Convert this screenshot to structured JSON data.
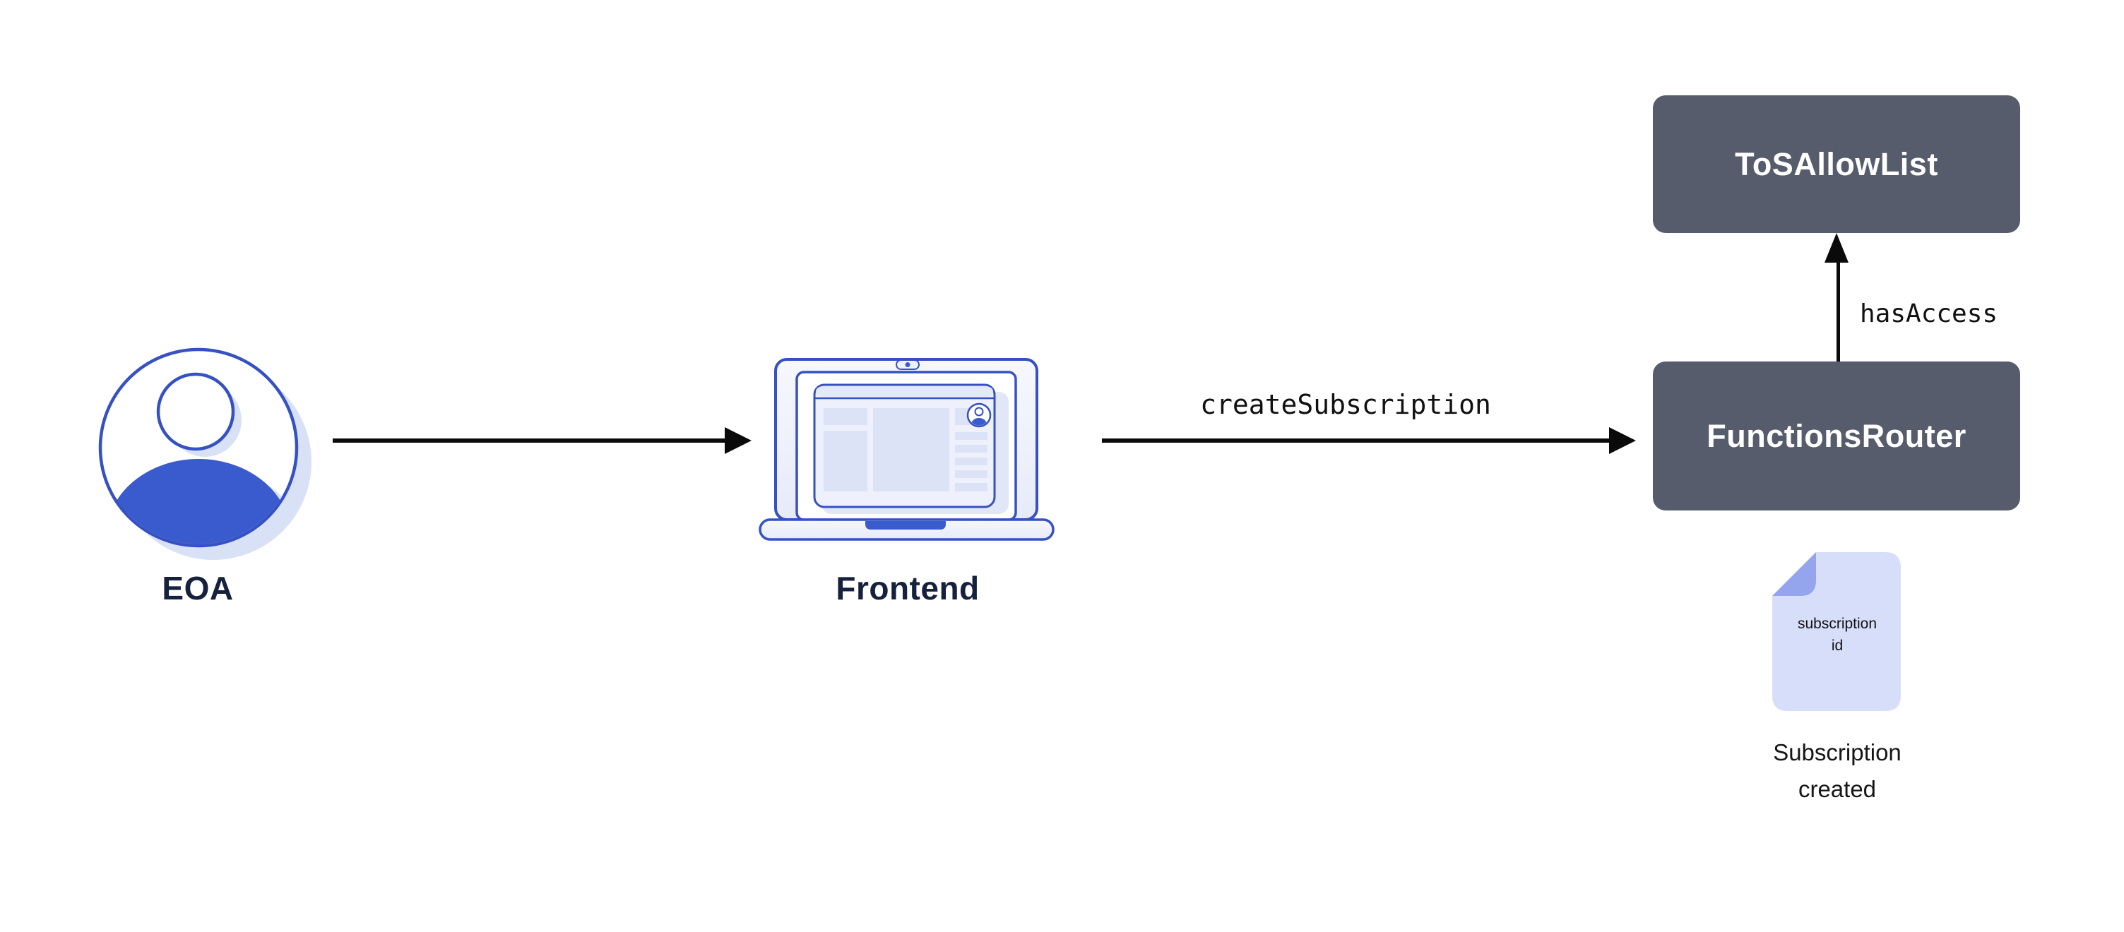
{
  "diagram": {
    "nodes": {
      "eoa": {
        "label": "EOA"
      },
      "frontend": {
        "label": "Frontend"
      },
      "tos_allow_list": {
        "label": "ToSAllowList"
      },
      "functions_router": {
        "label": "FunctionsRouter"
      },
      "subscription_document": {
        "doc_text": "subscription\nid",
        "caption": "Subscription\ncreated"
      }
    },
    "edges": {
      "frontend_to_functions_router": {
        "label": "createSubscription"
      },
      "functions_router_to_tos_allow_list": {
        "label": "hasAccess"
      }
    },
    "colors": {
      "contract_box": "#565c6c",
      "box_text": "#ffffff",
      "accent_blue": "#3a5bcd",
      "accent_blue_stroke": "#3551c2",
      "shadow_blue": "#d9e1f7",
      "pale_block": "#dce3f6",
      "browser_fill": "#eef1fb",
      "doc_fill": "#d7defa",
      "doc_fold": "#94a5ed",
      "label_navy": "#15213d",
      "text_black": "#111111",
      "arrow_black": "#0a0a0a"
    }
  }
}
